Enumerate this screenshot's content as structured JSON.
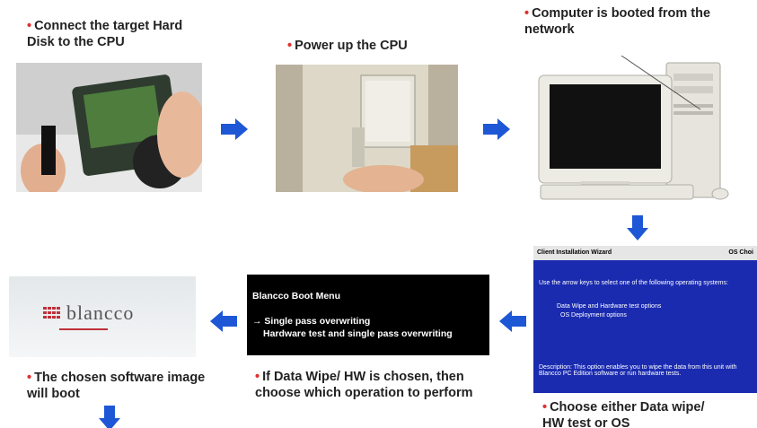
{
  "steps": {
    "step1": {
      "bullet": "•",
      "caption": "Connect the target Hard Disk to the CPU"
    },
    "step2": {
      "bullet": "•",
      "caption": "Power up the CPU"
    },
    "step3": {
      "bullet": "•",
      "caption": "Computer is booted from the network"
    },
    "step4": {
      "bullet": "•",
      "caption": "Choose either Data wipe/ HW test or OS",
      "screen": {
        "title_left": "Client Installation Wizard",
        "title_right": "OS Choi",
        "instruction": "Use the arrow keys to select one of the following operating systems:",
        "options": [
          "Data Wipe and Hardware test options",
          "OS Deployment options"
        ],
        "description": "Description: This option enables you to wipe the data from this unit with Blancco PC Edition software or run hardware tests."
      }
    },
    "step5": {
      "bullet": "•",
      "caption": "If Data Wipe/ HW is chosen, then choose which operation to perform",
      "screen": {
        "title": "Blancco Boot Menu",
        "options": [
          "→ Single pass overwriting",
          "Hardware test and single pass overwriting"
        ]
      }
    },
    "step6": {
      "bullet": "•",
      "caption": "The chosen software image will boot",
      "logo_text": "blancco"
    }
  },
  "colors": {
    "arrow": "#1e57d6",
    "bullet": "#e03030",
    "wizard_bg": "#1a2bb0"
  },
  "icons": {
    "flow_arrow": "right-arrow-icon",
    "left_arrow": "left-arrow-icon",
    "down_arrow": "down-arrow-icon"
  }
}
